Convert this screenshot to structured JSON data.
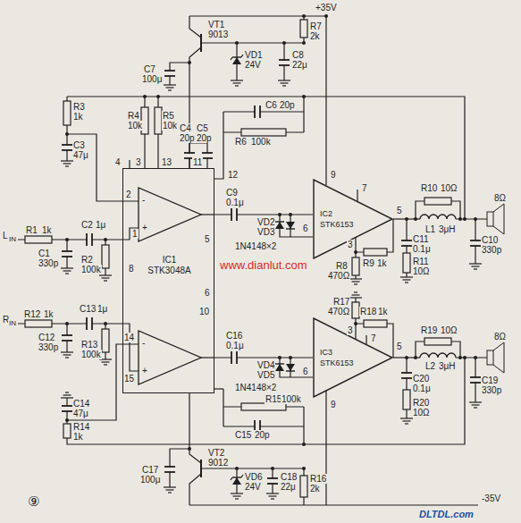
{
  "diagram": {
    "nodes": [
      {
        "text": [
          "IC1",
          "STK3048A"
        ]
      },
      {
        "text": [
          "IC2",
          "STK6153"
        ]
      },
      {
        "text": [
          "IC3",
          "STK6153"
        ]
      }
    ],
    "edges": [
      {
        "from": 0,
        "to": 1,
        "arrow": "none"
      },
      {
        "from": 0,
        "to": 2,
        "arrow": "none"
      }
    ],
    "labels": [
      "VT1",
      "9013",
      "C7",
      "100μ",
      "VD1",
      "24V",
      "R7",
      "2k",
      "C8",
      "22μ",
      "+35V",
      "C6",
      "20p",
      "R6",
      "100k",
      "R3",
      "1k",
      "C3",
      "47μ",
      "R4",
      "10k",
      "R5",
      "10k",
      "C4",
      "20p",
      "C5",
      "20p",
      "4",
      "3",
      "13",
      "11",
      "12",
      "2",
      "1",
      "L",
      "IN",
      "R1",
      "1k",
      "C2",
      "1μ",
      "C1",
      "330p",
      "R2",
      "100k",
      "8",
      "C9",
      "0.1μ",
      "VD2",
      "VD3",
      "1N4148×2",
      "5",
      "9",
      "7",
      "5",
      "6",
      "3",
      "C10",
      "330p",
      "L1",
      "3μH",
      "R10",
      "10Ω",
      "C11",
      "0.1μ",
      "R9",
      "1k",
      "R8",
      "470Ω",
      "R11",
      "10Ω",
      "8Ω",
      "www.dianlut.com",
      "-",
      "+",
      "10",
      "6",
      "R12",
      "1k",
      "R",
      "IN",
      "C12",
      "330p",
      "C13",
      "1μ",
      "R13",
      "100k",
      "14",
      "15",
      "-",
      "+",
      "C16",
      "0.1μ",
      "VD4",
      "VD5",
      "1N4148×2",
      "9",
      "7",
      "5",
      "6",
      "3",
      "L2",
      "3μH",
      "C19",
      "330p",
      "R19",
      "10Ω",
      "C20",
      "0.1μ",
      "R18",
      "1k",
      "R17",
      "470Ω",
      "R20",
      "10Ω",
      "8Ω",
      "C15",
      "20p",
      "R15",
      "100k",
      "R14",
      "1k",
      "C14",
      "47μ",
      "VT2",
      "9012",
      "C17",
      "100μ",
      "R16",
      "2k",
      "VD6",
      "24V",
      "C18",
      "22μ",
      "-35V",
      "DLTDL.com",
      "⑨"
    ]
  }
}
